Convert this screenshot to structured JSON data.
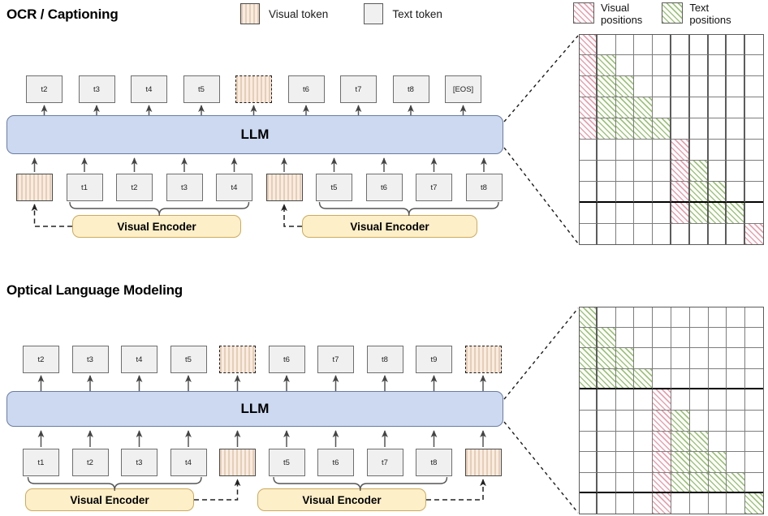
{
  "token_legend": {
    "items": [
      {
        "type": "visual",
        "label": "Visual token",
        "icon": "visual-token-swatch"
      },
      {
        "type": "text",
        "label": "Text token",
        "icon": "text-token-swatch"
      }
    ]
  },
  "position_legend": {
    "items": [
      {
        "type": "pink",
        "line1": "Visual",
        "line2": "positions",
        "color": "#e8a0ae",
        "icon": "visual-position-swatch"
      },
      {
        "type": "green",
        "line1": "Text",
        "line2": "positions",
        "color": "#9ec47a",
        "icon": "text-position-swatch"
      }
    ]
  },
  "sections": [
    {
      "id": "ocr-captioning",
      "title": "OCR / Captioning",
      "llm_label": "LLM",
      "encoders": [
        {
          "label": "Visual Encoder"
        },
        {
          "label": "Visual Encoder"
        }
      ],
      "output_tokens": [
        {
          "label": "t2",
          "type": "text"
        },
        {
          "label": "t3",
          "type": "text"
        },
        {
          "label": "t4",
          "type": "text"
        },
        {
          "label": "t5",
          "type": "text"
        },
        {
          "label": "",
          "type": "visual",
          "dashed": true
        },
        {
          "label": "t6",
          "type": "text"
        },
        {
          "label": "t7",
          "type": "text"
        },
        {
          "label": "t8",
          "type": "text"
        },
        {
          "label": "[EOS]",
          "type": "text"
        }
      ],
      "input_tokens": [
        {
          "label": "",
          "type": "visual"
        },
        {
          "label": "t1",
          "type": "text"
        },
        {
          "label": "t2",
          "type": "text"
        },
        {
          "label": "t3",
          "type": "text"
        },
        {
          "label": "t4",
          "type": "text"
        },
        {
          "label": "",
          "type": "visual"
        },
        {
          "label": "t5",
          "type": "text"
        },
        {
          "label": "t6",
          "type": "text"
        },
        {
          "label": "t7",
          "type": "text"
        },
        {
          "label": "t8",
          "type": "text"
        }
      ]
    },
    {
      "id": "optical-language-modeling",
      "title": "Optical Language Modeling",
      "llm_label": "LLM",
      "encoders": [
        {
          "label": "Visual Encoder"
        },
        {
          "label": "Visual Encoder"
        }
      ],
      "output_tokens": [
        {
          "label": "t2",
          "type": "text"
        },
        {
          "label": "t3",
          "type": "text"
        },
        {
          "label": "t4",
          "type": "text"
        },
        {
          "label": "t5",
          "type": "text"
        },
        {
          "label": "",
          "type": "visual",
          "dashed": true
        },
        {
          "label": "t6",
          "type": "text"
        },
        {
          "label": "t7",
          "type": "text"
        },
        {
          "label": "t8",
          "type": "text"
        },
        {
          "label": "t9",
          "type": "text"
        },
        {
          "label": "",
          "type": "visual",
          "dashed": true
        }
      ],
      "input_tokens": [
        {
          "label": "t1",
          "type": "text"
        },
        {
          "label": "t2",
          "type": "text"
        },
        {
          "label": "t3",
          "type": "text"
        },
        {
          "label": "t4",
          "type": "text"
        },
        {
          "label": "",
          "type": "visual"
        },
        {
          "label": "t5",
          "type": "text"
        },
        {
          "label": "t6",
          "type": "text"
        },
        {
          "label": "t7",
          "type": "text"
        },
        {
          "label": "t8",
          "type": "text"
        },
        {
          "label": "",
          "type": "visual"
        }
      ]
    }
  ],
  "attention_masks": [
    {
      "id": "mask-ocr-captioning",
      "rows": 10,
      "cols": 10,
      "thick_col_after": [
        0,
        4,
        5,
        6,
        7,
        8
      ],
      "thick_row_after": [
        7
      ],
      "cells": [
        [
          "pink",
          "",
          "",
          "",
          "",
          "",
          "",
          "",
          "",
          ""
        ],
        [
          "pink",
          "green",
          "",
          "",
          "",
          "",
          "",
          "",
          "",
          ""
        ],
        [
          "pink",
          "green",
          "green",
          "",
          "",
          "",
          "",
          "",
          "",
          ""
        ],
        [
          "pink",
          "green",
          "green",
          "green",
          "",
          "",
          "",
          "",
          "",
          ""
        ],
        [
          "pink",
          "green",
          "green",
          "green",
          "green",
          "",
          "",
          "",
          "",
          ""
        ],
        [
          "",
          "",
          "",
          "",
          "",
          "pink",
          "",
          "",
          "",
          ""
        ],
        [
          "",
          "",
          "",
          "",
          "",
          "pink",
          "green",
          "",
          "",
          ""
        ],
        [
          "",
          "",
          "",
          "",
          "",
          "pink",
          "green",
          "green",
          "",
          ""
        ],
        [
          "",
          "",
          "",
          "",
          "",
          "pink",
          "green",
          "green",
          "green",
          ""
        ],
        [
          "",
          "",
          "",
          "",
          "",
          "",
          "",
          "",
          "",
          "pink"
        ]
      ]
    },
    {
      "id": "mask-optical-language-modeling",
      "rows": 10,
      "cols": 10,
      "thick_col_after": [
        0
      ],
      "thick_row_after": [
        3,
        8
      ],
      "cells": [
        [
          "green",
          "",
          "",
          "",
          "",
          "",
          "",
          "",
          "",
          ""
        ],
        [
          "green",
          "green",
          "",
          "",
          "",
          "",
          "",
          "",
          "",
          ""
        ],
        [
          "green",
          "green",
          "green",
          "",
          "",
          "",
          "",
          "",
          "",
          ""
        ],
        [
          "green",
          "green",
          "green",
          "green",
          "",
          "",
          "",
          "",
          "",
          ""
        ],
        [
          "",
          "",
          "",
          "",
          "pink",
          "",
          "",
          "",
          "",
          ""
        ],
        [
          "",
          "",
          "",
          "",
          "pink",
          "green",
          "",
          "",
          "",
          ""
        ],
        [
          "",
          "",
          "",
          "",
          "pink",
          "green",
          "green",
          "",
          "",
          ""
        ],
        [
          "",
          "",
          "",
          "",
          "pink",
          "green",
          "green",
          "green",
          "",
          ""
        ],
        [
          "",
          "",
          "",
          "",
          "pink",
          "green",
          "green",
          "green",
          "green",
          ""
        ],
        [
          "",
          "",
          "",
          "",
          "pink",
          "",
          "",
          "",
          "",
          "green"
        ]
      ]
    }
  ]
}
